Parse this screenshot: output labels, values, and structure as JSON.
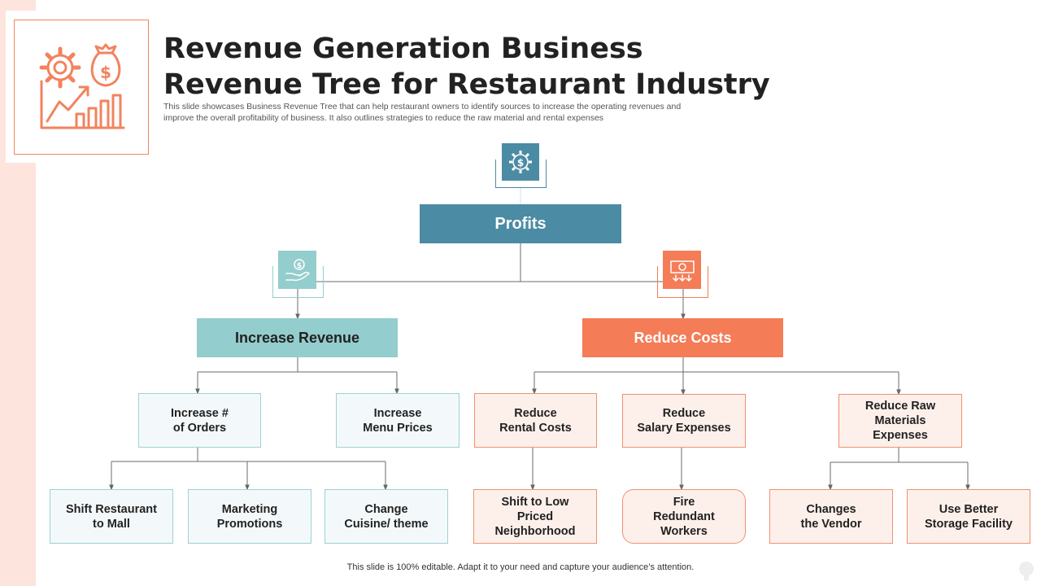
{
  "slide": {
    "title": "Revenue Generation Business Revenue Tree for Restaurant Industry",
    "subtitle": "This slide showcases Business Revenue Tree that can help restaurant owners to identify sources to increase the operating revenues and improve the overall profitability of business. It also outlines strategies to reduce the raw material and rental expenses",
    "footer": "This slide is 100% editable. Adapt it to your need and capture your audience’s attention."
  },
  "colors": {
    "primary": "#4b8ba4",
    "teal": "#94cdcd",
    "orange": "#f47c57",
    "peach_bg": "#fdf0eb",
    "teal_bg": "#f3f9fa",
    "accent_strip": "#fde4dc"
  },
  "icons": {
    "logo": "gear-money-bag-growth-chart-icon",
    "root": "gear-dollar-icon",
    "revenue": "hand-coin-icon",
    "costs": "banknote-down-arrows-icon"
  },
  "tree": {
    "root": "Profits",
    "revenue": {
      "label": "Increase Revenue",
      "orders": {
        "label": "Increase #\nof Orders",
        "children": [
          "Shift Restaurant\nto Mall",
          "Marketing\nPromotions",
          "Change\nCuisine/ theme"
        ]
      },
      "menu_prices": {
        "label": "Increase\nMenu Prices"
      }
    },
    "costs": {
      "label": "Reduce Costs",
      "rental": {
        "label": "Reduce\nRental Costs",
        "child": "Shift to Low\nPriced\nNeighborhood"
      },
      "salary": {
        "label": "Reduce\nSalary Expenses",
        "child": "Fire\nRedundant\nWorkers"
      },
      "raw": {
        "label": "Reduce Raw\nMaterials\nExpenses",
        "children": [
          "Changes\nthe Vendor",
          "Use Better\nStorage Facility"
        ]
      }
    }
  }
}
